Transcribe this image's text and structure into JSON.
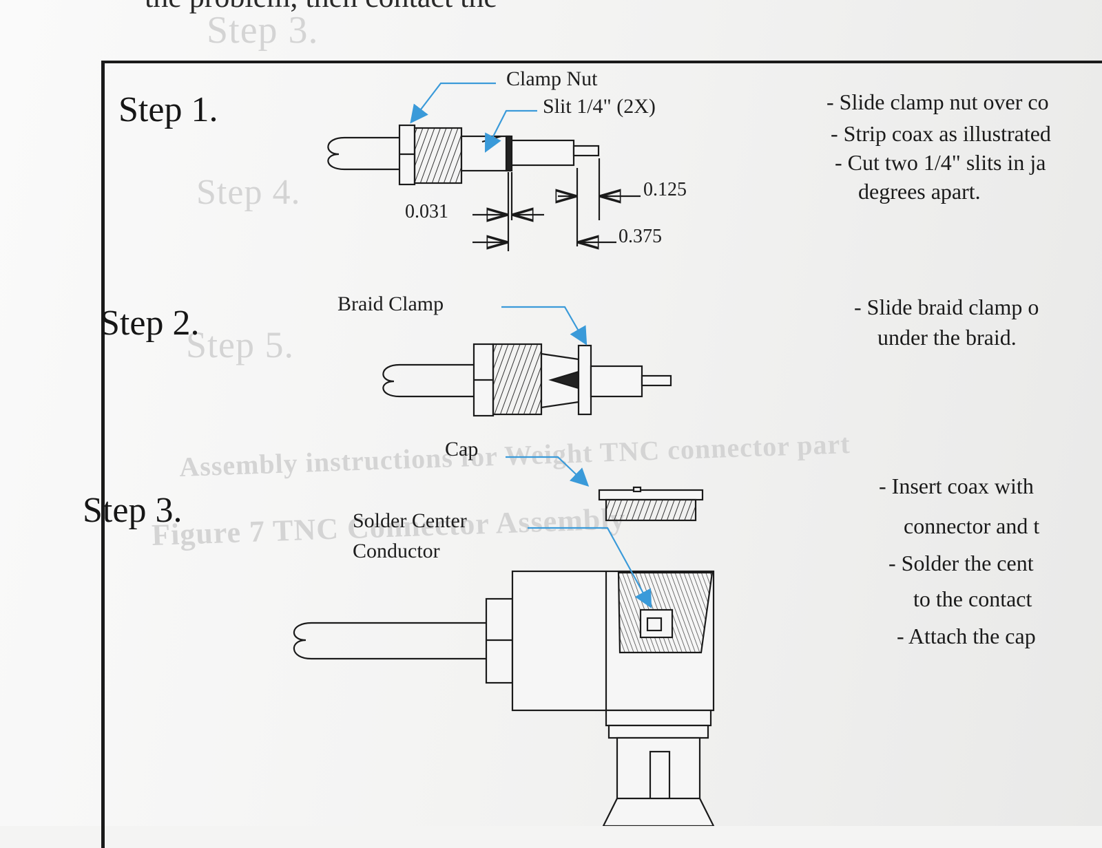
{
  "header": {
    "cut_off_text": "the problem, then contact the"
  },
  "steps": [
    {
      "title": "Step 1.",
      "callouts": {
        "clamp_nut": "Clamp Nut",
        "slit": "Slit 1/4\" (2X)"
      },
      "dimensions": {
        "d1": "0.031",
        "d2": "0.125",
        "d3": "0.375"
      },
      "instructions": [
        "- Slide clamp nut over co",
        "- Strip coax as illustrated",
        "- Cut two 1/4\" slits in ja",
        "degrees apart."
      ]
    },
    {
      "title": "Step 2.",
      "callouts": {
        "braid_clamp": "Braid Clamp"
      },
      "instructions": [
        "- Slide braid clamp o",
        "under the braid."
      ]
    },
    {
      "title": "Step 3.",
      "callouts": {
        "cap": "Cap",
        "solder_line1": "Solder Center",
        "solder_line2": "Conductor"
      },
      "instructions": [
        "- Insert coax with",
        "connector and t",
        "- Solder the cent",
        "to the contact",
        "- Attach the cap"
      ]
    }
  ],
  "show_through": {
    "step3": "Step 3.",
    "step4": "Step 4.",
    "step5": "Step 5.",
    "caption": "Assembly instructions for Weight TNC connector part",
    "figure": "Figure 7  TNC Connector Assembly"
  },
  "colors": {
    "callout_line": "#3a9ad9",
    "ink": "#1a1a1a"
  }
}
